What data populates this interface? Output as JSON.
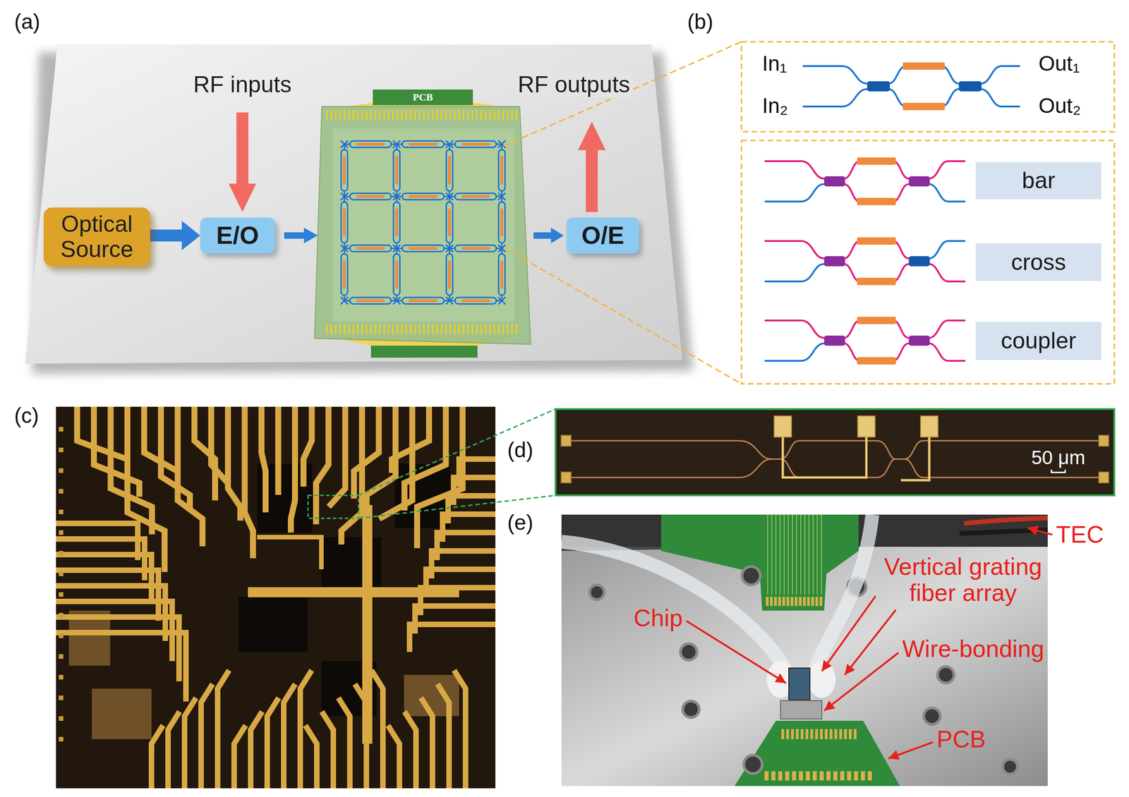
{
  "diagram": {
    "nodes": [
      {
        "text": [
          "Optical Source"
        ]
      },
      {
        "text": [
          "E/O"
        ]
      },
      {
        "text": [
          "PCB"
        ]
      },
      {
        "text": [
          "O/E"
        ]
      },
      {
        "text": [
          "bar"
        ]
      },
      {
        "text": [
          "cross"
        ]
      },
      {
        "text": [
          "coupler"
        ]
      }
    ],
    "edges": [
      {
        "from": 0,
        "to": 1,
        "arrow": "to"
      }
    ],
    "labels": [
      "(a)",
      "RF inputs",
      "RF outputs",
      "(b)",
      "In₁",
      "In₂",
      "Out₁",
      "Out₂",
      "(c)",
      "(d)",
      "50 μm",
      "(e)",
      "TEC",
      "Vertical grating fiber array",
      "Chip",
      "Wire-bonding",
      "PCB"
    ]
  }
}
